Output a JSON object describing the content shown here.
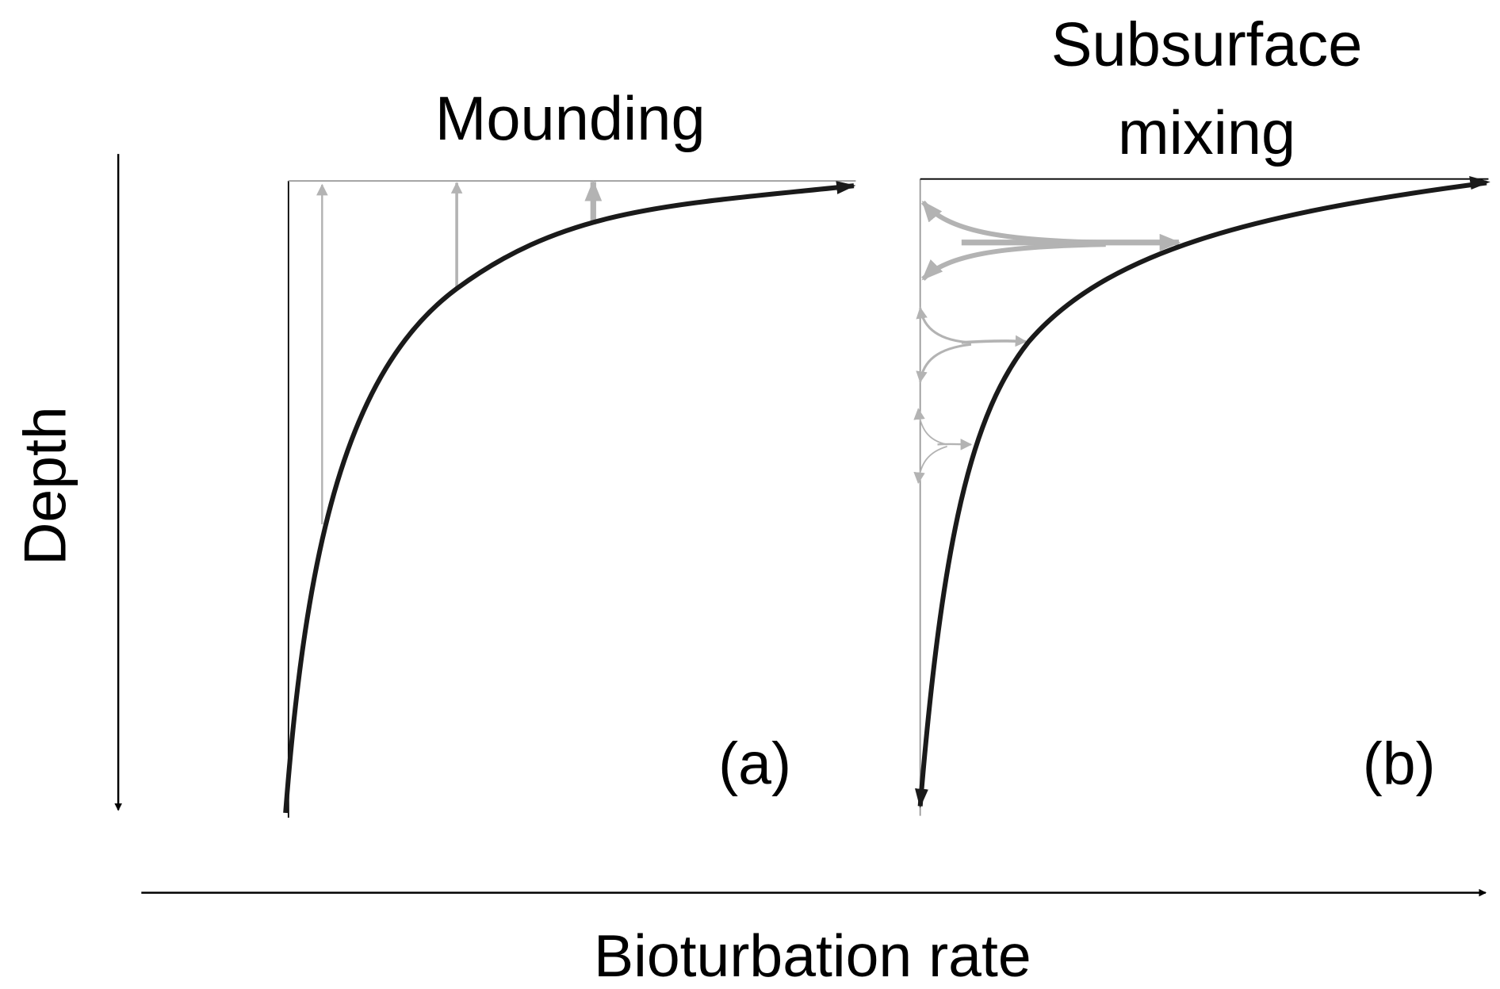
{
  "axes": {
    "y_label": "Depth",
    "x_label": "Bioturbation rate"
  },
  "panels": [
    {
      "title": "Mounding",
      "label": "(a)"
    },
    {
      "title_line1": "Subsurface",
      "title_line2": "mixing",
      "label": "(b)"
    }
  ],
  "colors": {
    "curve": "#1a1a1a",
    "arrows": "#b3b3b3",
    "axis_gray": "#999999"
  }
}
